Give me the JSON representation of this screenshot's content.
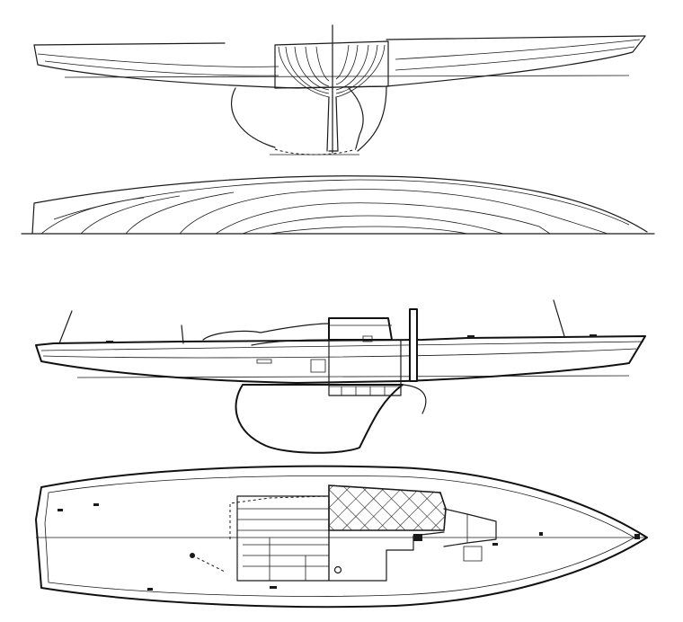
{
  "figure": {
    "views": [
      {
        "id": "body-plan",
        "description_name": "hull-lines-profile-and-sections"
      },
      {
        "id": "half-breadth",
        "description_name": "waterlines-half-breadth"
      },
      {
        "id": "profile",
        "description_name": "outboard-profile-with-keel"
      },
      {
        "id": "deck-plan",
        "description_name": "deck-and-cockpit-plan"
      }
    ],
    "ink_color": "#1a1a1a",
    "paper_color": "#ffffff"
  }
}
